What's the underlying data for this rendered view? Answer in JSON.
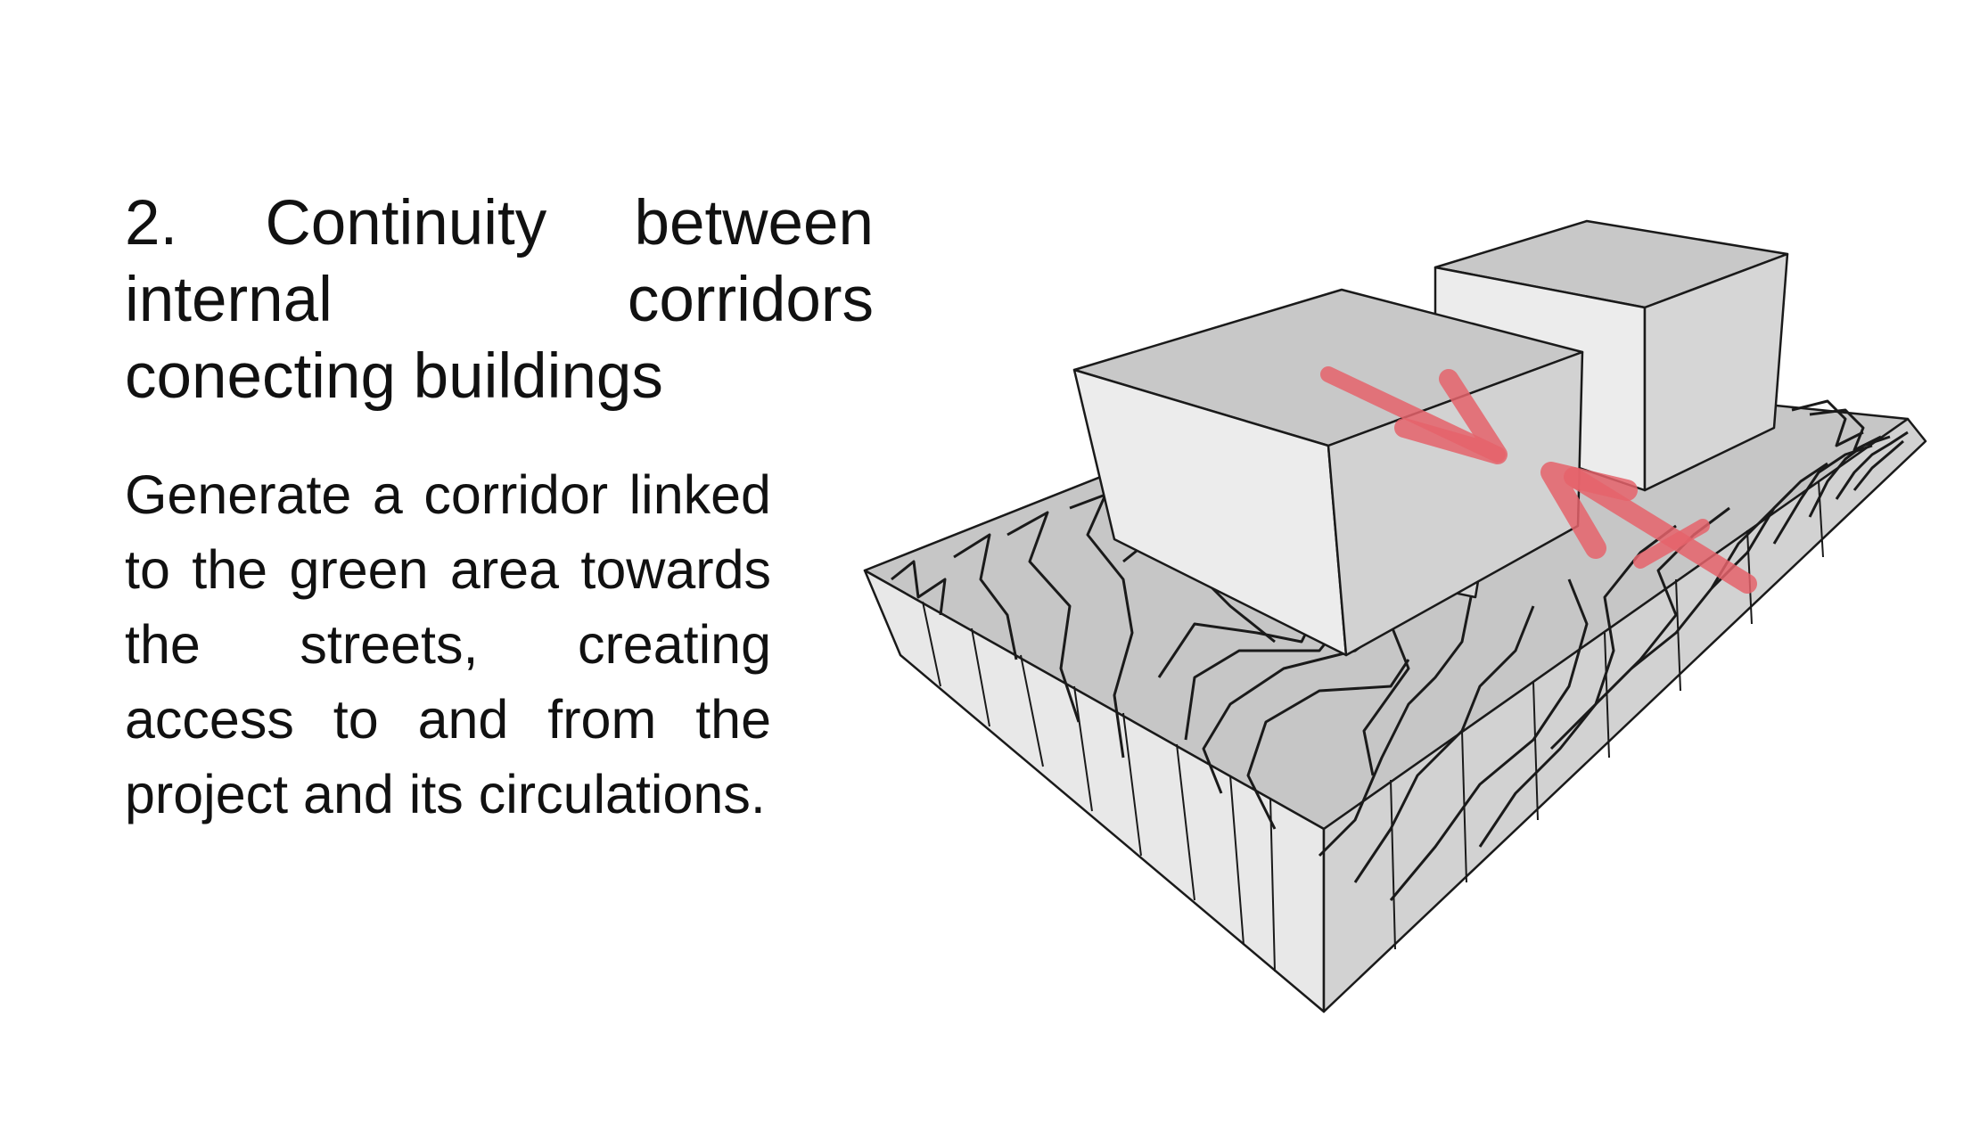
{
  "heading": "2. Continuity between internal corridors conecting buildings",
  "description": "Generate a corridor linked to the green area towards the streets, creating access to and from the project and its circulations.",
  "colors": {
    "text": "#111111",
    "arrow": "#e5636b",
    "terrain_top": "#c6c6c6",
    "terrain_side": "#e8e8e8",
    "building_top": "#c8c8c8",
    "building_side": "#ececec",
    "outline": "#1a1a1a"
  },
  "diagram": {
    "elements": [
      "terrain-massing",
      "building-block-front",
      "building-block-rear",
      "contour-lines",
      "corridor-arrow-inbound",
      "corridor-arrow-outbound"
    ]
  }
}
